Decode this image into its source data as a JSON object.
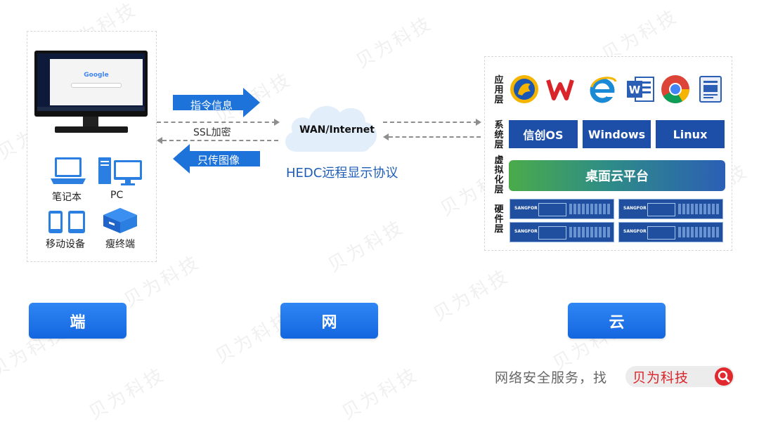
{
  "watermark": "贝为科技",
  "client": {
    "devices": {
      "laptop": "笔记本",
      "pc": "PC",
      "mobile": "移动设备",
      "thin": "瘦终端"
    },
    "screen_logo": "Google"
  },
  "network": {
    "cmd_label": "指令信息",
    "ssl_label": "SSL加密",
    "image_label": "只传图像",
    "cloud_label": "WAN/Internet",
    "protocol_label": "HEDC远程显示协议"
  },
  "cloud": {
    "layers": {
      "app": "应用层",
      "system": "系统层",
      "virt": "虚拟化层",
      "hardware": "硬件层"
    },
    "os": [
      "信创OS",
      "Windows",
      "Linux"
    ],
    "platform": "桌面云平台",
    "server_brand": "SANGFOR",
    "app_icons": [
      "app-logo-icon",
      "wps-icon",
      "ie-icon",
      "word-icon",
      "chrome-icon",
      "document-icon"
    ]
  },
  "buttons": {
    "end": "端",
    "net": "网",
    "cloud": "云"
  },
  "footer": {
    "text": "网络安全服务，找",
    "brand": "贝为科技"
  },
  "colors": {
    "arrow_blue": "#1d73d9",
    "os_blue": "#1d4fa8",
    "button_blue": "#1a6fe8",
    "brand_red": "#d9242a"
  }
}
